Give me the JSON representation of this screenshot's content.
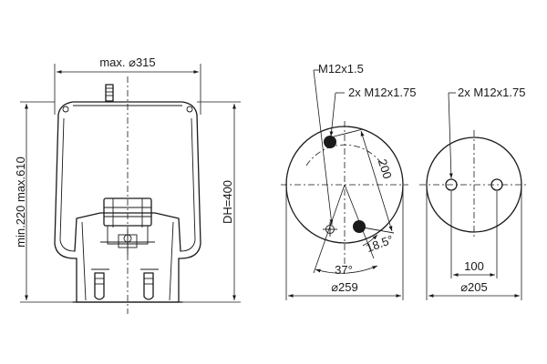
{
  "labels": {
    "max_diameter": "max. ⌀315",
    "height_range": "min.220 max.610",
    "design_height": "DH=400",
    "thread_center": "M12x1.5",
    "thread_pair_left": "2x M12x1.75",
    "thread_pair_right": "2x M12x1.75",
    "bolt_spacing_diag": "200",
    "angle_offset": "18.5°",
    "angle_spread": "37°",
    "diameter_top_plate": "⌀259",
    "bolt_spacing_bottom": "100",
    "diameter_bottom_plate": "⌀205"
  }
}
